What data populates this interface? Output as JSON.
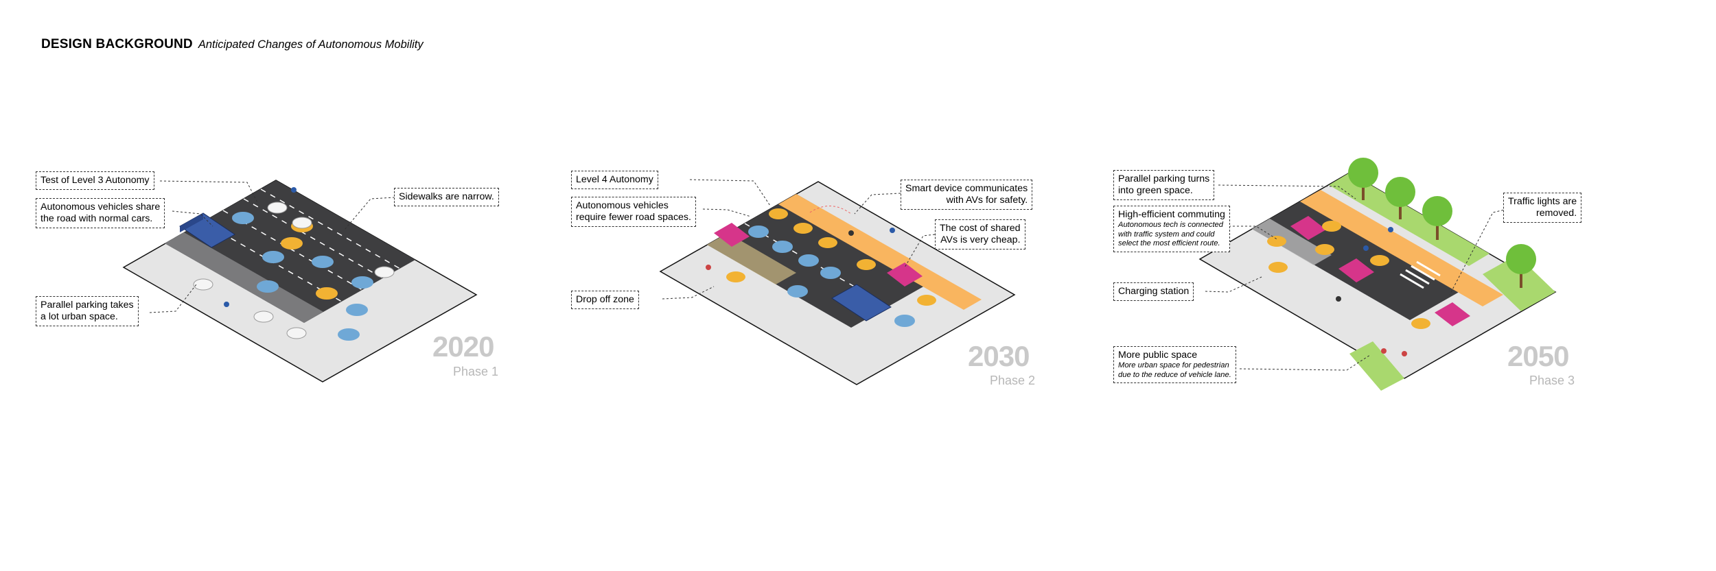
{
  "header": {
    "title": "DESIGN BACKGROUND",
    "subtitle": "Anticipated Changes of Autonomous Mobility"
  },
  "colors": {
    "road": "#3e3e40",
    "sidewalk": "#e5e5e5",
    "lane_orange": "#f9b55f",
    "green_space": "#a9d86e",
    "av_yellow": "#f2b233",
    "car_blue": "#6fa8d6",
    "shared_pink": "#d6358a",
    "tree_green": "#6fbf3b"
  },
  "phases": [
    {
      "year": "2020",
      "phase": "Phase 1",
      "labels": [
        {
          "text": "Test of Level 3 Autonomy"
        },
        {
          "line1": "Autonomous vehicles share",
          "line2": "the road with normal cars."
        },
        {
          "text": "Sidewalks are narrow."
        },
        {
          "line1": "Parallel parking takes",
          "line2": "a lot urban space."
        }
      ]
    },
    {
      "year": "2030",
      "phase": "Phase 2",
      "labels": [
        {
          "text": "Level 4 Autonomy"
        },
        {
          "line1": "Autonomous vehicles",
          "line2": "require fewer road spaces."
        },
        {
          "line1": "Smart device communicates",
          "line2": "with AVs for safety."
        },
        {
          "line1": "The cost of shared",
          "line2": "AVs is very cheap."
        },
        {
          "text": "Drop off zone"
        }
      ]
    },
    {
      "year": "2050",
      "phase": "Phase 3",
      "labels": [
        {
          "line1": "Parallel parking turns",
          "line2": "into green space."
        },
        {
          "title": "High-efficient commuting",
          "l1": "Autonomous tech is connected",
          "l2": "with traffic system and could",
          "l3": "select the most efficient route."
        },
        {
          "line1": "Traffic lights are",
          "line2": "removed."
        },
        {
          "text": "Charging station"
        },
        {
          "title": "More public space",
          "l1": "More urban space for pedestrian",
          "l2": "due to the reduce of vehicle lane."
        }
      ]
    }
  ]
}
